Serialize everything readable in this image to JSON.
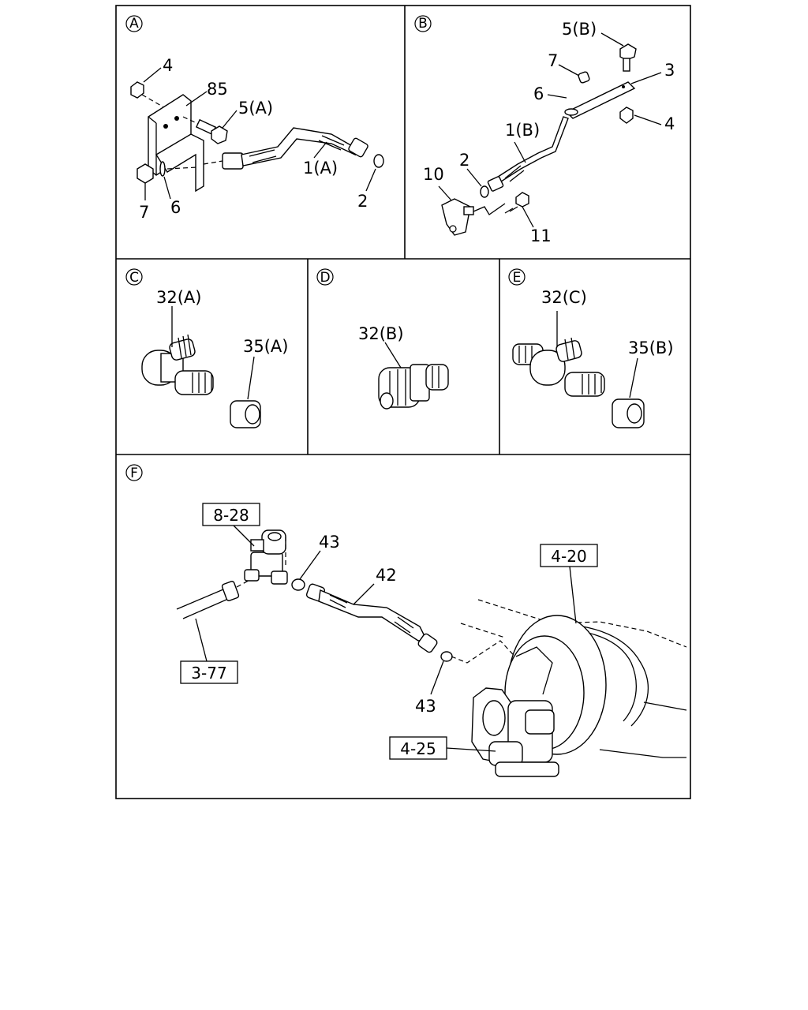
{
  "panels": {
    "A": {
      "marker": "A",
      "labels": [
        "4",
        "85",
        "5(A)",
        "1(A)",
        "2",
        "7",
        "6"
      ]
    },
    "B": {
      "marker": "B",
      "labels": [
        "5(B)",
        "7",
        "3",
        "6",
        "4",
        "1(B)",
        "2",
        "10",
        "11"
      ]
    },
    "C": {
      "marker": "C",
      "labels": [
        "32(A)",
        "35(A)"
      ]
    },
    "D": {
      "marker": "D",
      "labels": [
        "32(B)"
      ]
    },
    "E": {
      "marker": "E",
      "labels": [
        "32(C)",
        "35(B)"
      ]
    },
    "F": {
      "marker": "F",
      "labels": [
        "43",
        "42",
        "43"
      ],
      "refs": [
        "8-28",
        "4-20",
        "3-77",
        "4-25"
      ]
    }
  }
}
